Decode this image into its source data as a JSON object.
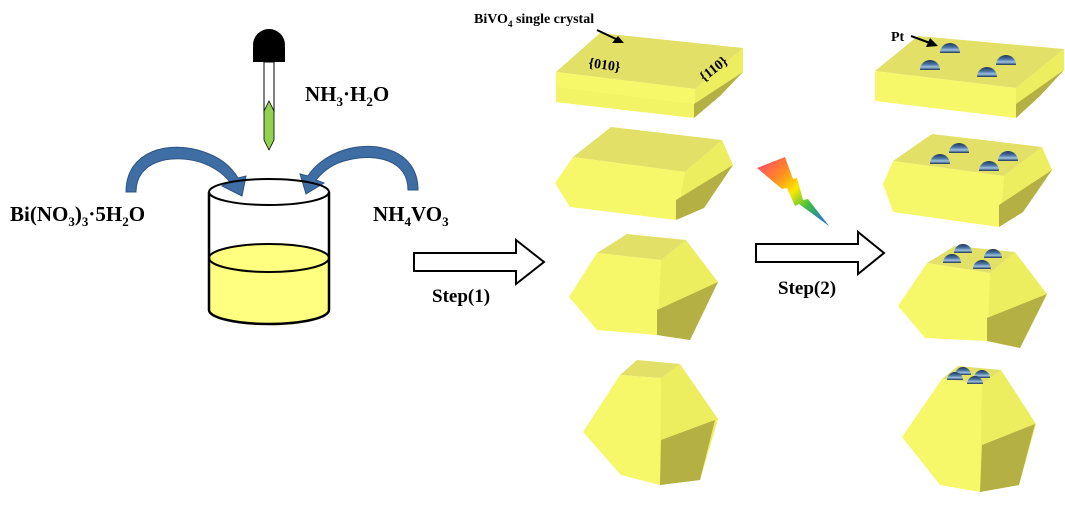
{
  "reagents": {
    "dropper": {
      "main": "NH",
      "sub1": "3",
      "mid": "·H",
      "sub2": "2",
      "end": "O"
    },
    "left": {
      "main": "Bi(NO",
      "sub1": "3",
      "mid": ")",
      "sub2": "3",
      "mid2": "·5H",
      "sub3": "2",
      "end": "O"
    },
    "right": {
      "main": "NH",
      "sub1": "4",
      "mid": "VO",
      "sub2": "3"
    }
  },
  "steps": {
    "step1": "Step(1)",
    "step2": "Step(2)"
  },
  "annotations": {
    "crystal_label": {
      "main": "BiVO",
      "sub": "4",
      "rest": " single  crystal"
    },
    "facet_010": "{010}",
    "facet_110": "{110}",
    "pt_label": "Pt"
  },
  "colors": {
    "liquid": "#ffff80",
    "crystal_top": "#e2e066",
    "crystal_front": "#f7f76a",
    "crystal_side": "#eded60",
    "crystal_shadow": "#b5b043",
    "arrow_blue": "#3f6ea5",
    "dropper_liquid": "#92d050",
    "pt_particle": "#2f4f7a"
  }
}
